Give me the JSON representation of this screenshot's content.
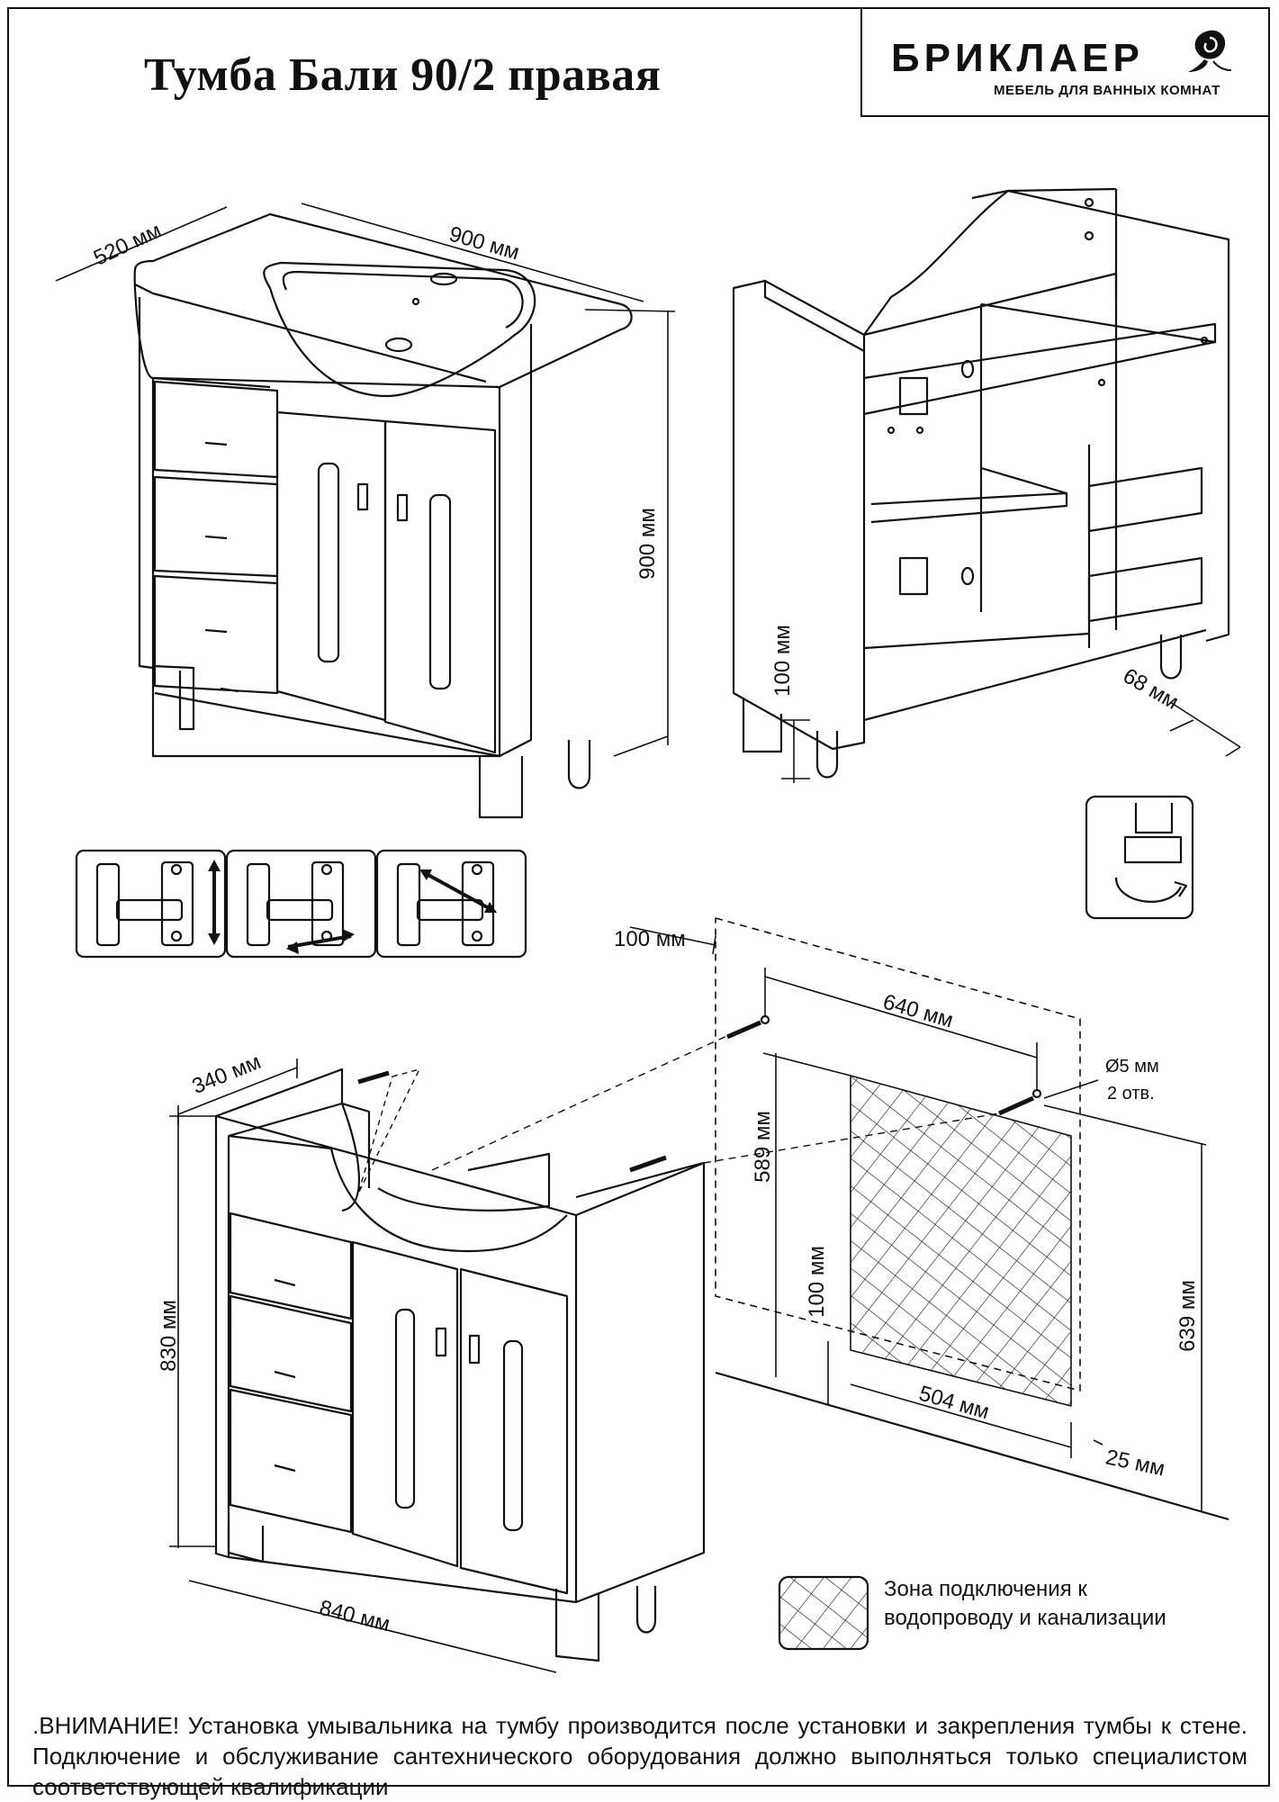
{
  "title": "Тумба Бали 90/2 правая",
  "brand": {
    "name": "БРИКЛАЕР",
    "tagline": "МЕБЕЛЬ ДЛЯ ВАННЫХ КОМНАТ"
  },
  "dimensions": {
    "top_depth": "520 мм",
    "top_width": "900 мм",
    "height": "900 мм",
    "leg_height": "100 мм",
    "leg_offset": "68 мм",
    "wall_offset": "100 мм",
    "hole_spacing": "640 мм",
    "hole_diameter": "Ø5 мм",
    "hole_count": "2 отв.",
    "zone_height": "589 мм",
    "zone_bottom": "100 мм",
    "zone_width": "504 мм",
    "zone_side": "25 мм",
    "mount_height": "639 мм",
    "body_depth": "340 мм",
    "body_height": "830 мм",
    "body_width": "840 мм"
  },
  "legend": {
    "line1": "Зона подключения к",
    "line2": "водопроводу и канализации"
  },
  "notice": ".ВНИМАНИЕ! Установка умывальника на тумбу производится после установки и закрепления тумбы к стене. Подключение и обслуживание сантехнического оборудования должно выполняться только специалистом соответствующей квалификации"
}
